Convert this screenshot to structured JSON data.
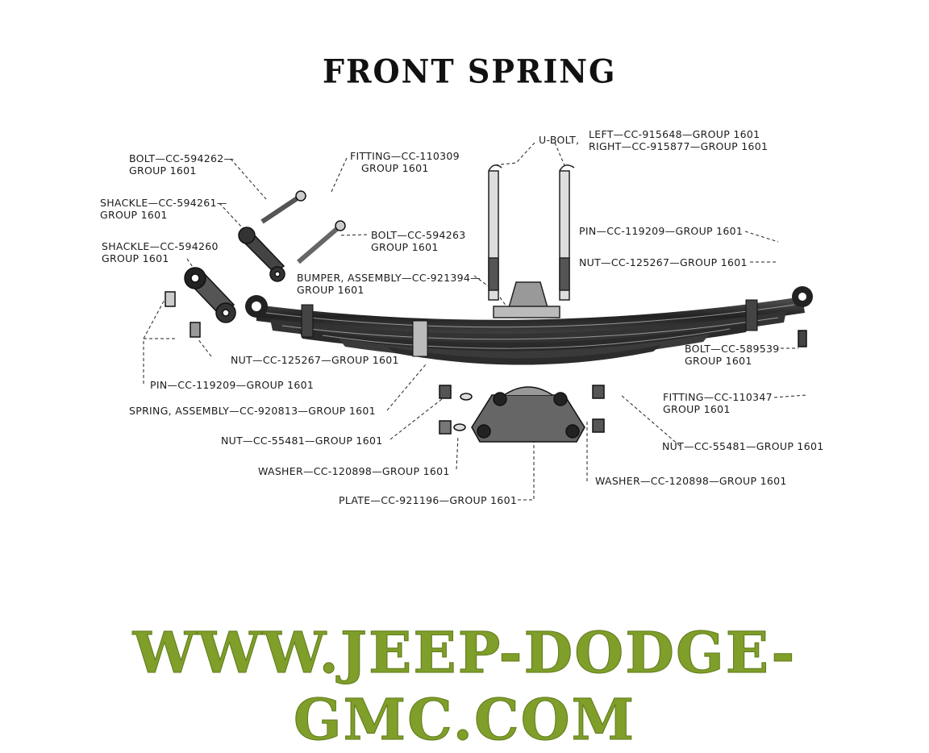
{
  "title": "FRONT SPRING",
  "footer": "WWW.JEEP-DODGE-GMC.COM",
  "colors": {
    "footer_green": "#7f9e2a",
    "ink": "#1b1b1b"
  },
  "labels": {
    "bolt_594262": "BOLT—CC-594262—",
    "bolt_594262_group": "GROUP  1601",
    "fitting_110309": "FITTING—CC-110309",
    "fitting_110309_group": "GROUP  1601",
    "ubolt": "U-BOLT,",
    "ubolt_left": "LEFT—CC-915648—GROUP 1601",
    "ubolt_right": "RIGHT—CC-915877—GROUP 1601",
    "shackle_594261": "SHACKLE—CC-594261—",
    "shackle_594261_group": "GROUP  1601",
    "bolt_594263": "BOLT—CC-594263",
    "bolt_594263_group": "GROUP  1601",
    "shackle_594260": "SHACKLE—CC-594260",
    "shackle_594260_group": "GROUP  1601",
    "pin_119209_right": "PIN—CC-119209—GROUP  1601",
    "nut_125267_right": "NUT—CC-125267—GROUP  1601",
    "bumper": "BUMPER, ASSEMBLY—CC-921394—",
    "bumper_group": "GROUP 1601",
    "nut_125267_left": "NUT—CC-125267—GROUP  1601",
    "bolt_589539": "BOLT—CC-589539",
    "bolt_589539_group": "GROUP   1601",
    "pin_119209_left": "PIN—CC-119209—GROUP  1601",
    "fitting_110347": "FITTING—CC-110347",
    "fitting_110347_group": "GROUP  1601",
    "spring_assembly": "SPRING, ASSEMBLY—CC-920813—GROUP 1601",
    "nut_55481_left": "NUT—CC-55481—GROUP  1601",
    "nut_55481_right": "NUT—CC-55481—GROUP  1601",
    "washer_120898_left": "WASHER—CC-120898—GROUP  1601",
    "washer_120898_right": "WASHER—CC-120898—GROUP  1601",
    "plate_921196": "PLATE—CC-921196—GROUP  1601"
  }
}
